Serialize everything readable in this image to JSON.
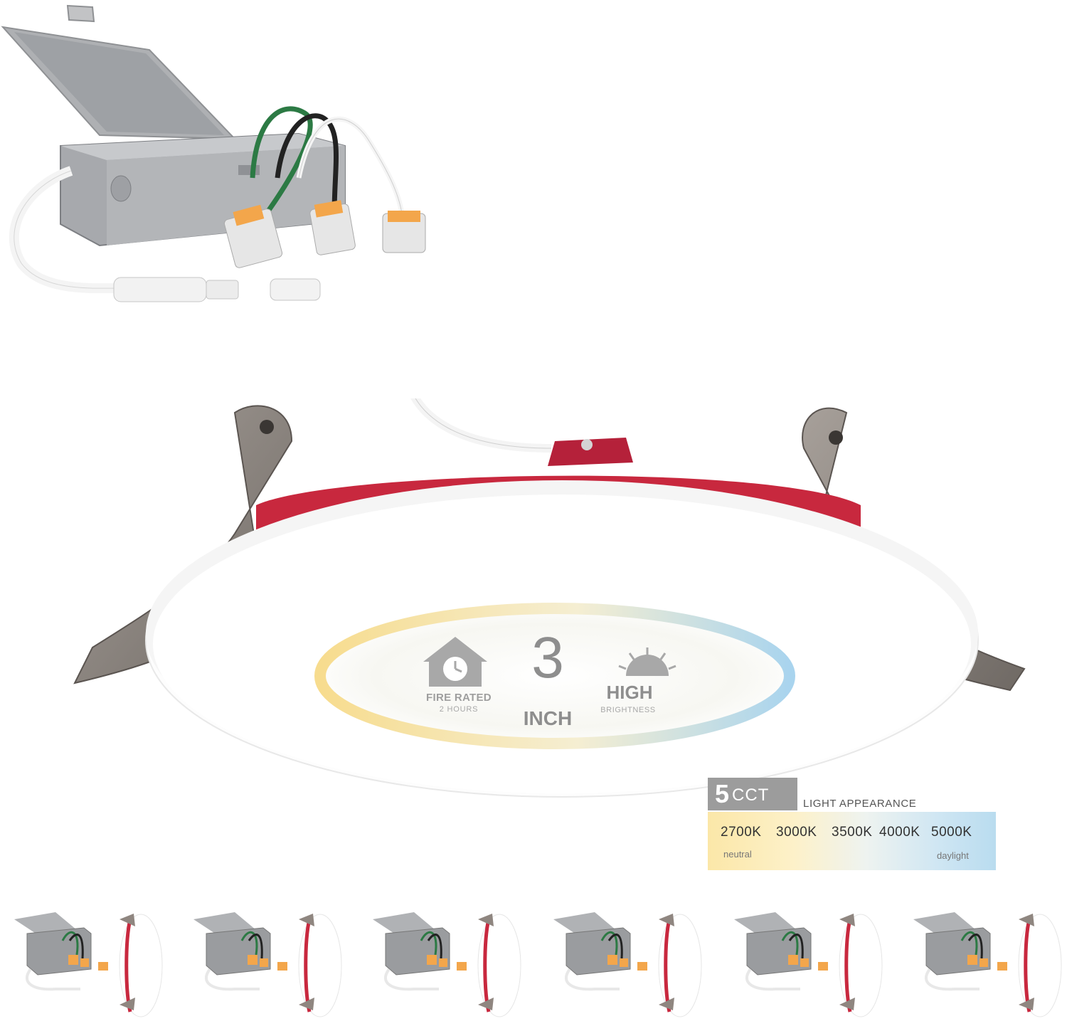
{
  "badge": {
    "fire_rated": "FIRE RATED",
    "fire_hours": "2 HOURS",
    "size_number": "3",
    "size_unit": "INCH",
    "high": "HIGH",
    "brightness": "BRIGHTNESS"
  },
  "cct": {
    "count": "5",
    "suffix": "CCT",
    "heading": "LIGHT APPEARANCE",
    "temperatures": [
      "2700K",
      "3000K",
      "3500K",
      "4000K",
      "5000K"
    ],
    "neutral_label": "neutral",
    "daylight_label": "daylight"
  },
  "thumbnails": [
    {
      "name": "thumb-1"
    },
    {
      "name": "thumb-2"
    },
    {
      "name": "thumb-3"
    },
    {
      "name": "thumb-4"
    },
    {
      "name": "thumb-5"
    },
    {
      "name": "thumb-6"
    }
  ],
  "colors": {
    "fire_red": "#c8283e",
    "bracket_metal": "#8f8680",
    "junction_box": "#b8b9bb",
    "connector_orange": "#f3a64b",
    "warm_ring": "#f7dc8e",
    "cool_ring": "#a9d4ee"
  }
}
